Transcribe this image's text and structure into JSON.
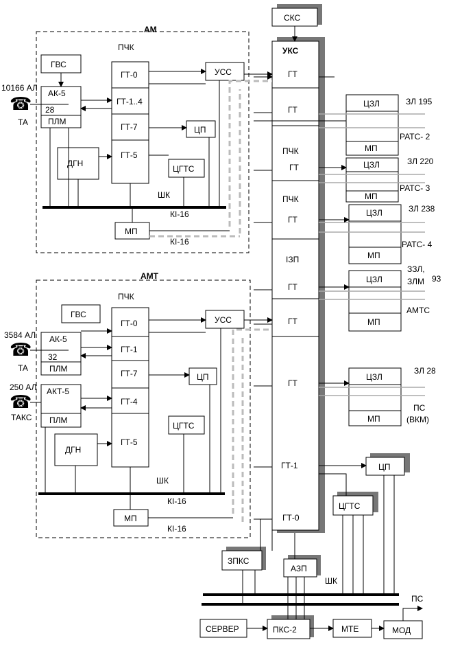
{
  "top": {
    "sks": "СКС",
    "uks": "УКС"
  },
  "am": {
    "title": "АМ",
    "pchk": "ПЧК",
    "gvs": "ГВС",
    "ak": "АК-5",
    "plm": "ПЛМ",
    "dgn": "ДГН",
    "gt0": "ГТ-0",
    "gt14": "ГТ-1..4",
    "gt7": "ГТ-7",
    "gt5": "ГТ-5",
    "uss": "УСС",
    "cp": "ЦП",
    "cgts": "ЦГТС",
    "mp": "МП",
    "shk": "ШК",
    "ki1": "КІ-16",
    "ki2": "КІ-16",
    "line_count": "10166 АЛ",
    "n28": "28",
    "ta": "ТА"
  },
  "amt": {
    "title": "АМТ",
    "pchk": "ПЧК",
    "gvs": "ГВС",
    "ak": "АК-5",
    "plm1": "ПЛМ",
    "akt": "АКТ-5",
    "plm2": "ПЛМ",
    "dgn": "ДГН",
    "gt0": "ГТ-0",
    "gt1": "ГТ-1",
    "gt7": "ГТ-7",
    "gt4": "ГТ-4",
    "gt5": "ГТ-5",
    "uss": "УСС",
    "cp": "ЦП",
    "cgts": "ЦГТС",
    "mp": "МП",
    "shk": "ШК",
    "ki1": "КІ-16",
    "ki2": "КІ-16",
    "line_count1": "3584 АЛ",
    "n32": "32",
    "ta": "ТА",
    "line_count2": "250 АЛ",
    "taks": "ТАКС"
  },
  "column": {
    "gt1": "ГТ",
    "gt2": "ГТ",
    "pchk1": "ПЧК",
    "gt3": "ГТ",
    "pchk2": "ПЧК",
    "gt4": "ГТ",
    "izp": "ІЗП",
    "gt5": "ГТ",
    "gt6": "ГТ",
    "gt7": "ГТ",
    "gtone": "ГТ-1",
    "gtzero": "ГТ-0"
  },
  "right": {
    "czl": "ЦЗЛ",
    "mp": "МП",
    "zl195": "ЗЛ 195",
    "ratс2": "РАТС- 2",
    "zl220": "ЗЛ 220",
    "ratс3": "РАТС- 3",
    "zl238": "ЗЛ 238",
    "ratс4": "РАТС- 4",
    "zzl": "ЗЗЛ,",
    "zlm": "ЗЛМ",
    "n93": "93",
    "amts": "АМТС",
    "zl28": "ЗЛ 28",
    "ps": "ПС",
    "vkm": "(ВКМ)",
    "cp": "ЦП",
    "cgts": "ЦГТС"
  },
  "bottom": {
    "zpks": "ЗПКС",
    "azp": "АЗП",
    "shk": "ШК",
    "server": "СЕРВЕР",
    "pks2": "ПКС-2",
    "mte": "МТЕ",
    "mod": "МОД",
    "ps": "ПС"
  },
  "icons": [
    "telephone-icon"
  ]
}
